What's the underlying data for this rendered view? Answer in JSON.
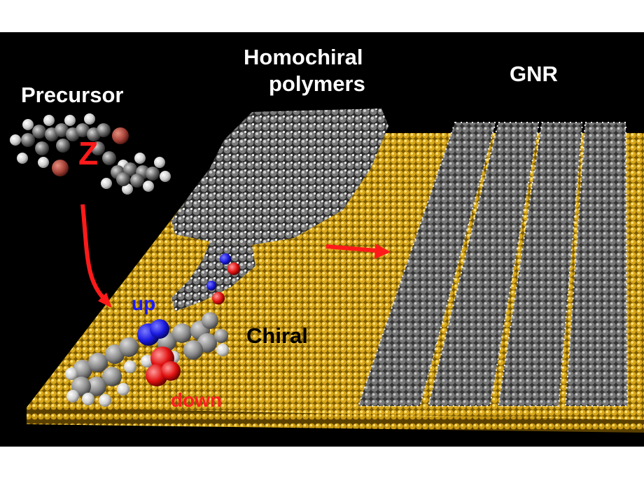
{
  "labels": {
    "precursor": "Precursor",
    "z_marker": "Z",
    "homochiral": "Homochiral",
    "polymers": "polymers",
    "gnr": "GNR",
    "up": "up",
    "down": "down",
    "chiral": "Chiral"
  },
  "colors": {
    "background": "#000000",
    "substrate_gold": "#e0b020",
    "carbon": "#6e6e6e",
    "hydrogen": "#e8e8e8",
    "bromine": "#a8443a",
    "arrow_red": "#ff1a1a",
    "up_blue": "#1a1aff",
    "down_red": "#ff2020",
    "label_white": "#ffffff",
    "label_black": "#000000"
  }
}
